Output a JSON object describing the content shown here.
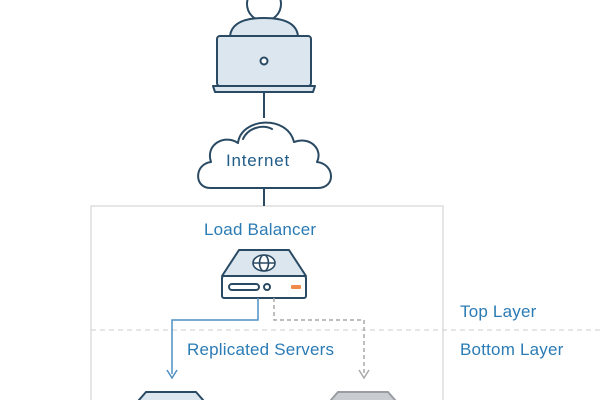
{
  "diagram": {
    "nodes": {
      "user": {
        "icon": "user-laptop-icon"
      },
      "internet": {
        "label": "Internet",
        "icon": "cloud-icon"
      },
      "load_balancer": {
        "label": "Load Balancer",
        "icon": "load-balancer-icon"
      },
      "replicated_servers": {
        "label": "Replicated Servers"
      }
    },
    "layers": {
      "top": "Top Layer",
      "bottom": "Bottom Layer"
    },
    "edges": [
      {
        "from": "user",
        "to": "internet",
        "style": "solid"
      },
      {
        "from": "internet",
        "to": "load_balancer",
        "style": "solid"
      },
      {
        "from": "load_balancer",
        "to": "server-left",
        "style": "solid"
      },
      {
        "from": "load_balancer",
        "to": "server-right",
        "style": "dashed"
      }
    ],
    "colors": {
      "stroke": "#2a4a63",
      "fill": "#dbe6ef",
      "accent": "#f08a4b",
      "label": "#2b7bb5",
      "frame": "#d6d6d6",
      "server_right": "#c9ccd0"
    }
  }
}
